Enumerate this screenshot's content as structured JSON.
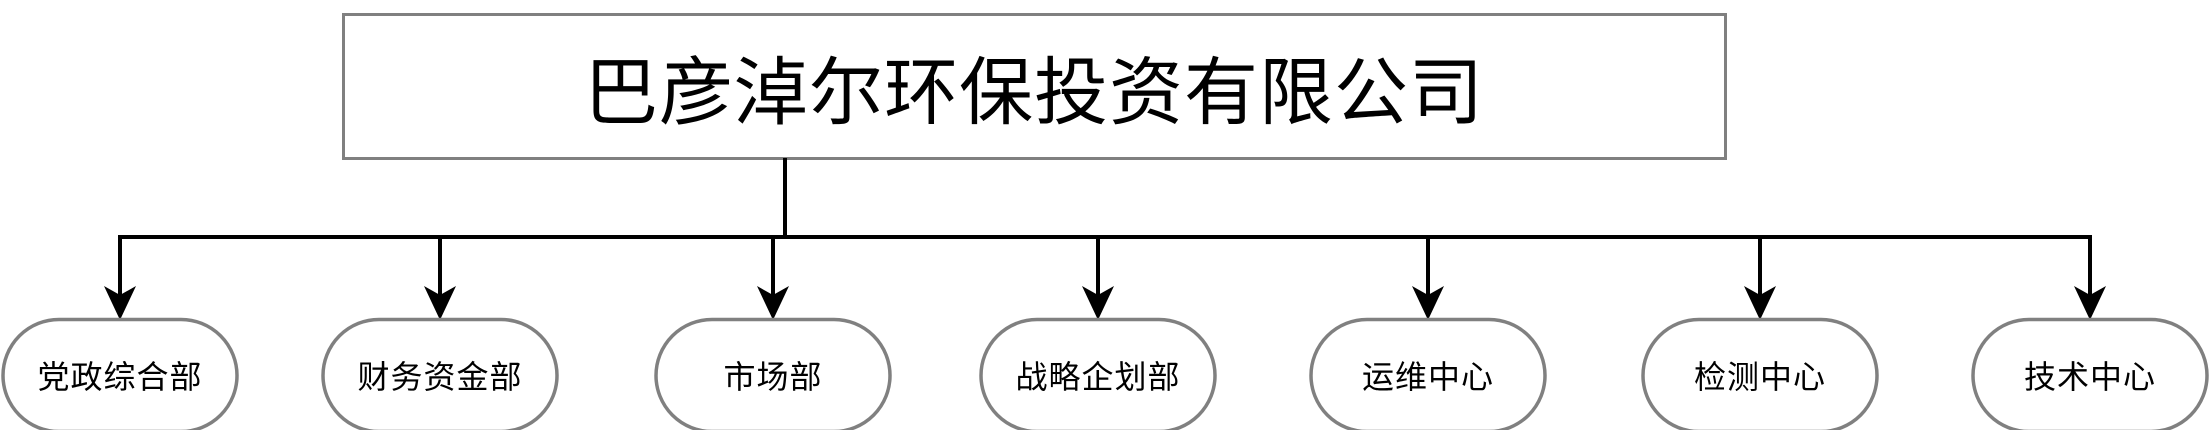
{
  "diagram": {
    "type": "org-chart",
    "title": "巴彦淖尔环保投资有限公司",
    "orientation": "top-down",
    "colors": {
      "node_border": "#808080",
      "node_fill": "#ffffff",
      "connector": "#000000",
      "text": "#000000",
      "background": "#ffffff"
    },
    "root": {
      "label": "巴彦淖尔环保投资有限公司",
      "shape": "rectangle"
    },
    "children": [
      {
        "label": "党政综合部",
        "shape": "rounded-pill"
      },
      {
        "label": "财务资金部",
        "shape": "rounded-pill"
      },
      {
        "label": "市场部",
        "shape": "rounded-pill"
      },
      {
        "label": "战略企划部",
        "shape": "rounded-pill"
      },
      {
        "label": "运维中心",
        "shape": "rounded-pill"
      },
      {
        "label": "检测中心",
        "shape": "rounded-pill"
      },
      {
        "label": "技术中心",
        "shape": "rounded-pill"
      }
    ]
  }
}
